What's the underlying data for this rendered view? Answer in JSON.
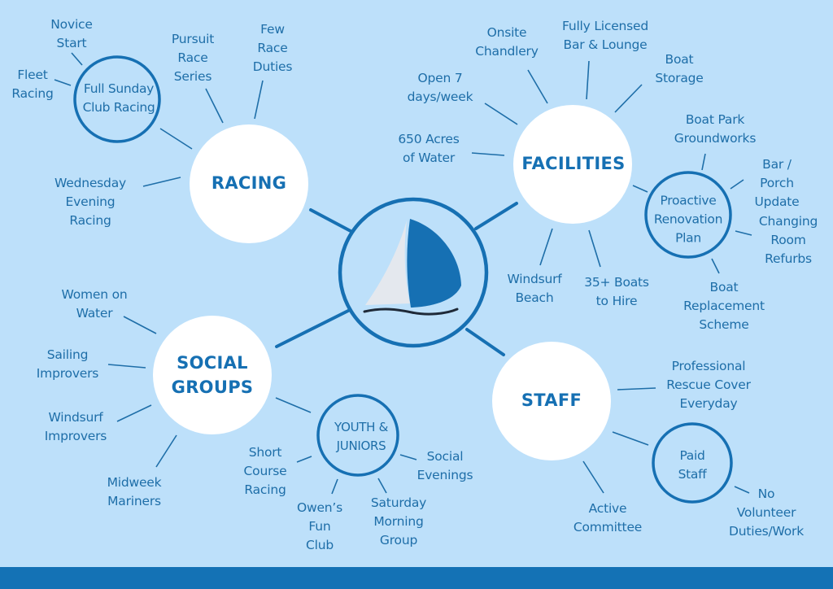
{
  "colors": {
    "background": "#bde0fa",
    "accent": "#1670b3",
    "text": "#1e6ea8",
    "bar": "#1472b5",
    "sail_light": "#e4e8ee",
    "wave": "#1f2a38"
  },
  "center": {
    "icon": "sailboat-logo-icon"
  },
  "hubs": {
    "racing": {
      "title": "RACING"
    },
    "facilities": {
      "title": "FACILITIES"
    },
    "social": {
      "title": "SOCIAL\nGROUPS"
    },
    "staff": {
      "title": "STAFF"
    }
  },
  "subhubs": {
    "full_sunday": {
      "title": "Full Sunday\nClub Racing"
    },
    "proactive": {
      "title": "Proactive\nRenovation\nPlan"
    },
    "youth": {
      "title": "YOUTH &\nJUNIORS"
    },
    "paid_staff": {
      "title": "Paid\nStaff"
    }
  },
  "labels": {
    "novice_start": "Novice\nStart",
    "fleet_racing": "Fleet\nRacing",
    "pursuit_race_series": "Pursuit\nRace\nSeries",
    "few_race_duties": "Few\nRace\nDuties",
    "wednesday_evening_racing": "Wednesday\nEvening\nRacing",
    "onsite_chandlery": "Onsite\nChandlery",
    "fully_licensed_bar": "Fully Licensed\nBar & Lounge",
    "boat_storage": "Boat\nStorage",
    "open_7_days": "Open 7\ndays/week",
    "acres_of_water": "650 Acres\nof Water",
    "windsurf_beach": "Windsurf\nBeach",
    "boats_to_hire": "35+ Boats\nto  Hire",
    "boat_park_groundworks": "Boat Park\nGroundworks",
    "bar_porch_update": "Bar / Porch\nUpdate",
    "changing_room_refurbs": "Changing\nRoom\nRefurbs",
    "boat_replacement_scheme": "Boat\nReplacement\nScheme",
    "women_on_water": "Women on\nWater",
    "sailing_improvers": "Sailing\nImprovers",
    "windsurf_improvers": "Windsurf\nImprovers",
    "midweek_mariners": "Midweek\nMariners",
    "short_course_racing": "Short\nCourse\nRacing",
    "owens_fun_club": "Owen’s\nFun\nClub",
    "saturday_morning_group": "Saturday\nMorning\nGroup",
    "social_evenings": "Social\nEvenings",
    "professional_rescue_cover": "Professional\nRescue Cover\nEveryday",
    "active_committee": "Active\nCommittee",
    "no_volunteer_duties": "No\nVolunteer\nDuties/Work"
  }
}
